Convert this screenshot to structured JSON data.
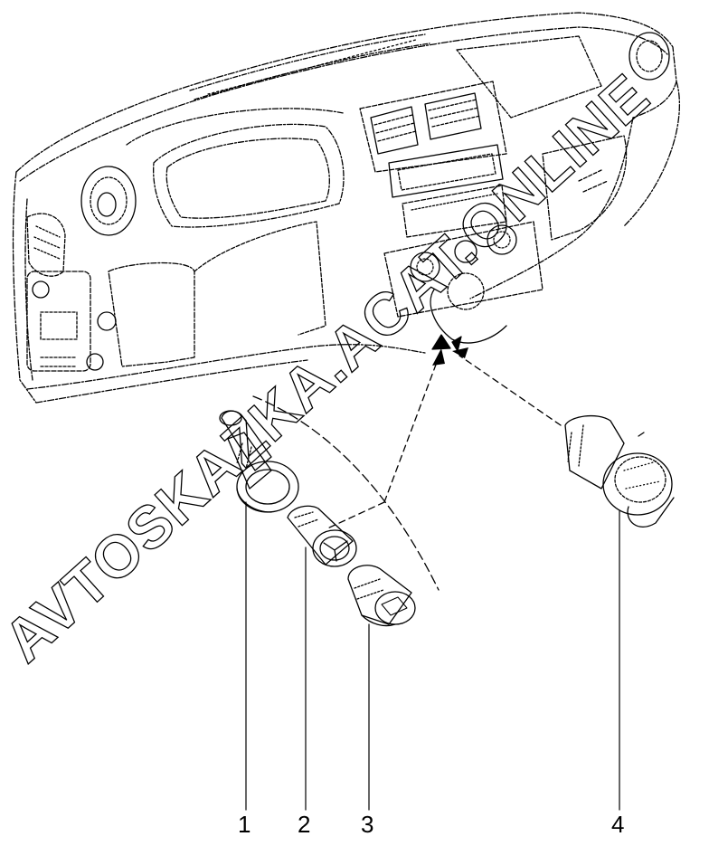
{
  "callouts": [
    {
      "id": "1",
      "label": "1"
    },
    {
      "id": "2",
      "label": "2"
    },
    {
      "id": "3",
      "label": "3"
    },
    {
      "id": "4",
      "label": "4"
    }
  ],
  "watermark": {
    "text": "AVTOSKAZKA.ACAT.ONLINE"
  },
  "colors": {
    "line": "#000000",
    "background": "#ffffff"
  }
}
